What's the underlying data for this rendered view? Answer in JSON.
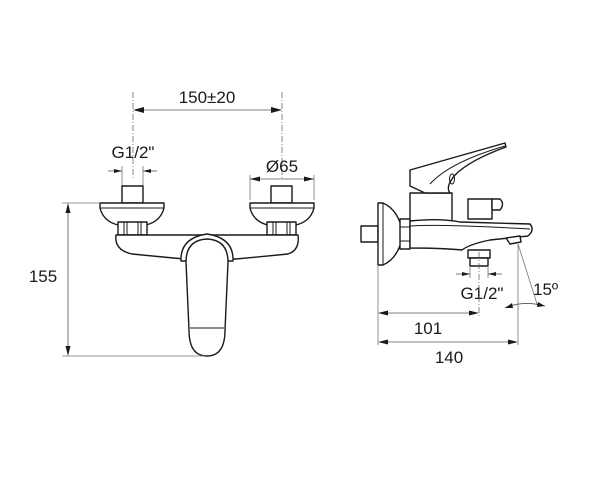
{
  "drawing": {
    "subject": "wall-mounted bath/shower mixer",
    "views": [
      "front-view",
      "side-view"
    ],
    "colors": {
      "line": "#1a1a1a",
      "dimension": "#555555",
      "background": "#ffffff"
    }
  },
  "front_view": {
    "dimensions": {
      "inlet_spacing": "150±20",
      "inlet_thread": "G1/2\"",
      "flange_diameter": "Ø65",
      "height": "155"
    }
  },
  "side_view": {
    "dimensions": {
      "outlet_thread": "G1/2\"",
      "spout_angle": "15º",
      "outlet_offset": "101",
      "total_projection": "140"
    }
  }
}
